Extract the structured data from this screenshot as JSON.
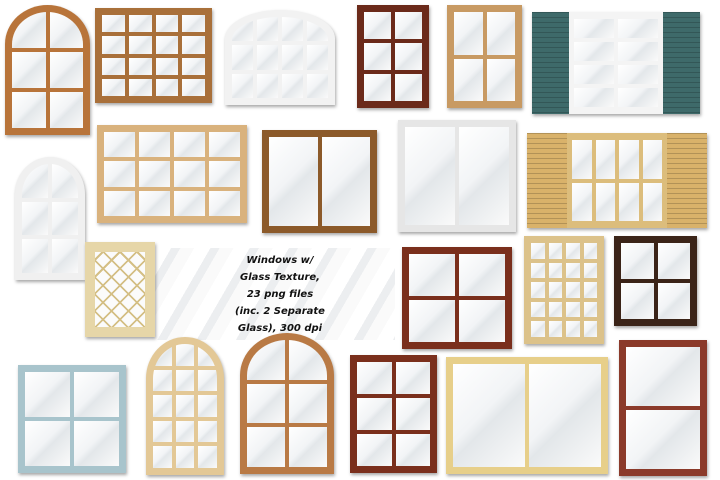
{
  "promo": {
    "lines": [
      "Windows w/",
      "Glass Texture,",
      "23 png files",
      "(inc. 2 Separate",
      "Glass), 300 dpi"
    ]
  },
  "windows": [
    {
      "style": "arched-balcony",
      "color": "#b8743a"
    },
    {
      "style": "open-casement",
      "color": "#a9703a"
    },
    {
      "style": "arched-double",
      "color": "#f2f2f2"
    },
    {
      "style": "casement",
      "color": "#6b2a1a"
    },
    {
      "style": "casement",
      "color": "#c89a63"
    },
    {
      "style": "shuttered",
      "color": "#f4f4f4",
      "shutter_color": "#3e6a6a"
    },
    {
      "style": "open-casement",
      "color": "#d9b27d"
    },
    {
      "style": "open-casement",
      "color": "#8c5a2a"
    },
    {
      "style": "open-casement",
      "color": "#e6e6e6"
    },
    {
      "style": "shuttered",
      "color": "#dcbd7c",
      "shutter_color": "#d9b26a"
    },
    {
      "style": "round-top",
      "color": "#f0f0f0"
    },
    {
      "style": "diamond-lattice",
      "color": "#e6d6a8"
    },
    {
      "style": "casement",
      "color": "#7a2f1c"
    },
    {
      "style": "grid",
      "color": "#dcc28a"
    },
    {
      "style": "casement",
      "color": "#3b2418"
    },
    {
      "style": "casement",
      "color": "#a8c4cc"
    },
    {
      "style": "arched",
      "color": "#e3c896"
    },
    {
      "style": "arched",
      "color": "#b97a45"
    },
    {
      "style": "casement",
      "color": "#7a2f1c"
    },
    {
      "style": "casement",
      "color": "#e7cf8a"
    },
    {
      "style": "double-hung",
      "color": "#8b3a2a"
    }
  ]
}
